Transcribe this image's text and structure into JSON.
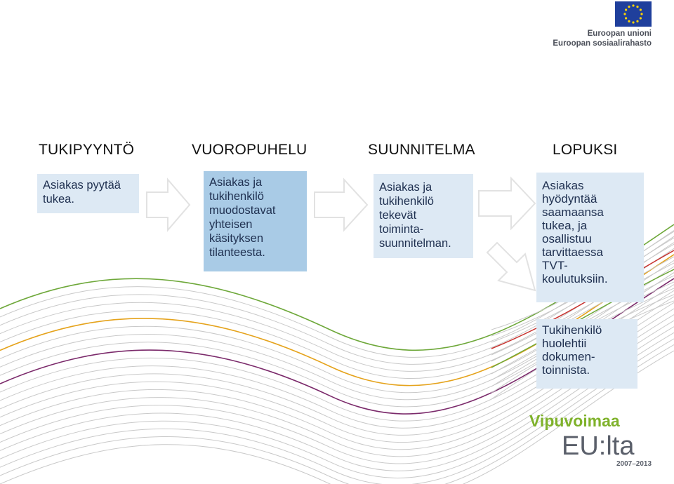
{
  "colors": {
    "box_light": "#dde9f4",
    "box_mid": "#a9cbe6",
    "eu_blue": "#1f3f9c",
    "eu_star": "#ffd400",
    "vipuvoimaa_green": "#7fb22b",
    "wave_green": "#6ea83a",
    "wave_orange": "#e5a31c",
    "wave_purple": "#7b2a6b",
    "wave_red": "#c8332f",
    "wave_grey": "#c9c9c9"
  },
  "logo": {
    "eu_line1": "Euroopan unioni",
    "eu_line2": "Euroopan sosiaalirahasto",
    "vipuvoimaa": "Vipuvoimaa",
    "eu_lta": "EU:lta",
    "years": "2007–2013"
  },
  "diagram": {
    "headings": [
      "TUKIPYYNTÖ",
      "VUOROPUHELU",
      "SUUNNITELMA",
      "LOPUKSI"
    ],
    "boxes": [
      "Asiakas pyytää\ntukea.",
      "Asiakas ja\ntukihenkilö\nmuodostavat\nyhteisen\nkäsityksen\ntilanteesta.",
      "Asiakas ja\ntukihenkilö\ntekevät\ntoiminta-\nsuunnitelman.",
      "Asiakas\nhyödyntää\nsaamaansa\ntukea, ja\nosallistuu\ntarvittaessa\nTVT-\nkoulutuksiin.",
      "Tukihenkilö\nhuolehtii\ndokumen-\ntoinnista."
    ]
  }
}
